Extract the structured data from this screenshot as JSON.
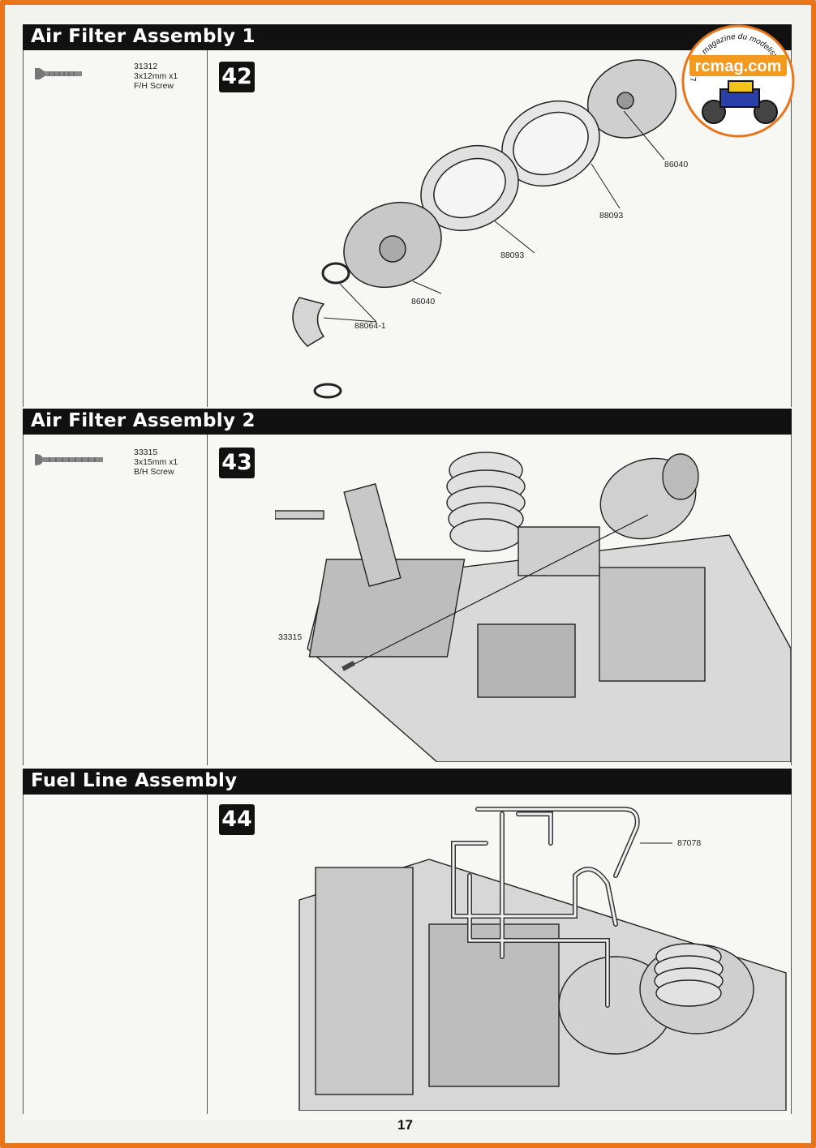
{
  "page_number": "17",
  "watermark": {
    "top_text": "Le web magazine du modelisme",
    "brand": "rcmag.com"
  },
  "sections": [
    {
      "title": "Air Filter Assembly 1",
      "step": "42",
      "part": {
        "number": "31312",
        "size": "3x12mm x1",
        "type": "F/H Screw"
      },
      "callouts": [
        "86040",
        "88093",
        "88093",
        "86040",
        "88064-1"
      ]
    },
    {
      "title": "Air Filter Assembly 2",
      "step": "43",
      "part": {
        "number": "33315",
        "size": "3x15mm x1",
        "type": "B/H Screw"
      },
      "callouts": [
        "33315"
      ]
    },
    {
      "title": "Fuel Line Assembly",
      "step": "44",
      "callouts": [
        "87078"
      ]
    }
  ]
}
